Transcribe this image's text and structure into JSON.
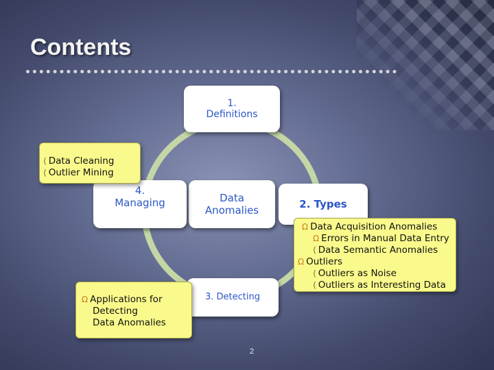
{
  "slide": {
    "title": "Contents",
    "page_number": "2"
  },
  "nodes": {
    "definitions": {
      "line1": "1.",
      "line2": "Definitions"
    },
    "types": {
      "label": "2. Types"
    },
    "detecting": {
      "label": "3. Detecting"
    },
    "managing": {
      "line1": "4.",
      "line2": "Managing"
    },
    "center": {
      "line1": "Data",
      "line2": "Anomalies"
    }
  },
  "notes": {
    "managing": {
      "items": [
        "Data Cleaning",
        "Outlier Mining"
      ]
    },
    "types": {
      "items": [
        "Data Acquisition Anomalies",
        "Errors in Manual Data Entry",
        "Data Semantic Anomalies",
        "Outliers",
        "Outliers as Noise",
        "Outliers as Interesting Data"
      ]
    },
    "detecting": {
      "line1": "Applications for",
      "line2": "Detecting",
      "line3": "Data Anomalies"
    }
  },
  "colors": {
    "ring": "#c4d6a6",
    "node_text": "#2b56c6",
    "note_fill": "#fafa8c"
  }
}
